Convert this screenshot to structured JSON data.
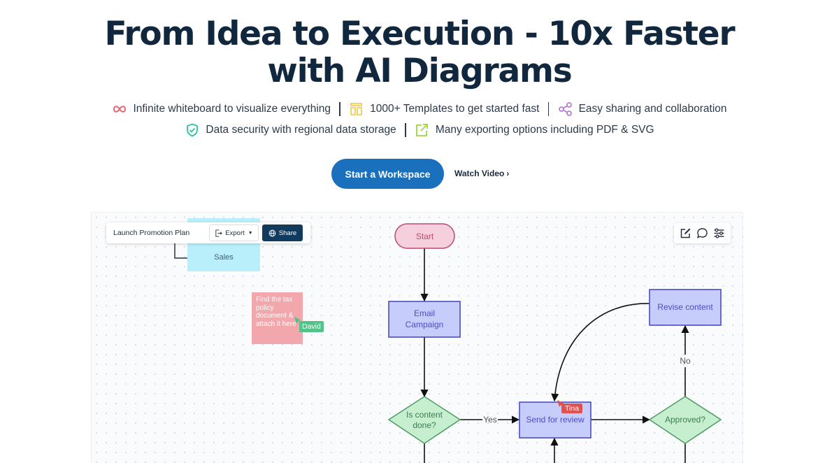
{
  "hero": {
    "title_line1": "From Idea to Execution - 10x Faster",
    "title_line2": "with AI Diagrams"
  },
  "features": [
    {
      "icon": "infinity-icon",
      "label": "Infinite whiteboard to visualize everything",
      "color": "#e8676e"
    },
    {
      "icon": "template-icon",
      "label": "1000+ Templates to get started fast",
      "color": "#f2c84b"
    },
    {
      "icon": "share-nodes-icon",
      "label": "Easy sharing and collaboration",
      "color": "#b57fd6"
    },
    {
      "icon": "shield-check-icon",
      "label": "Data security with regional data storage",
      "color": "#2bc4a0"
    },
    {
      "icon": "export-icon",
      "label": "Many exporting options including PDF & SVG",
      "color": "#9fd63c"
    }
  ],
  "cta": {
    "primary_label": "Start a Workspace",
    "secondary_label": "Watch Video",
    "secondary_icon": "chevron-right-icon",
    "primary_color": "#1a70bd"
  },
  "editor": {
    "doc_title": "Launch Promotion Plan",
    "export_label": "Export",
    "share_label": "Share",
    "right_tools": [
      "edit-icon",
      "comment-icon",
      "settings-sliders-icon"
    ],
    "sales_label": "Sales",
    "sticky_note": "Find the tax policy document & attach it here",
    "collaborators": [
      {
        "name": "David",
        "color": "#55c28a"
      },
      {
        "name": "Tina",
        "color": "#e2504f"
      }
    ]
  },
  "flowchart": {
    "nodes": {
      "start": "Start",
      "email": [
        "Email",
        "Campaign"
      ],
      "content_done": [
        "Is content",
        "done?"
      ],
      "send_review": "Send for review",
      "approved": "Approved?",
      "revise": "Revise content"
    },
    "edge_labels": {
      "yes": "Yes",
      "no": "No"
    }
  }
}
